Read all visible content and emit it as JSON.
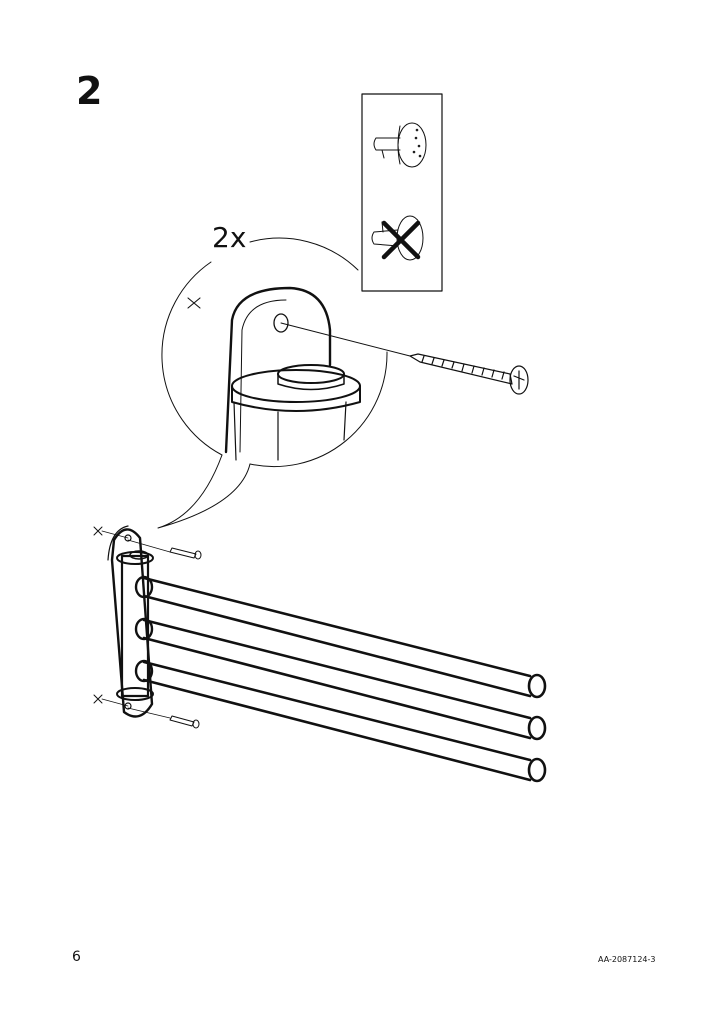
{
  "step": {
    "number": "2"
  },
  "detail": {
    "quantity": "2x"
  },
  "footer": {
    "page_number": "6",
    "doc_code": "AA-2087124-3"
  },
  "icons": {
    "info_box": [
      "wall-plug-correct-icon",
      "wall-plug-incorrect-icon"
    ],
    "main": [
      "magnifier-circle-icon",
      "screw-icon",
      "towel-rail-icon"
    ]
  }
}
